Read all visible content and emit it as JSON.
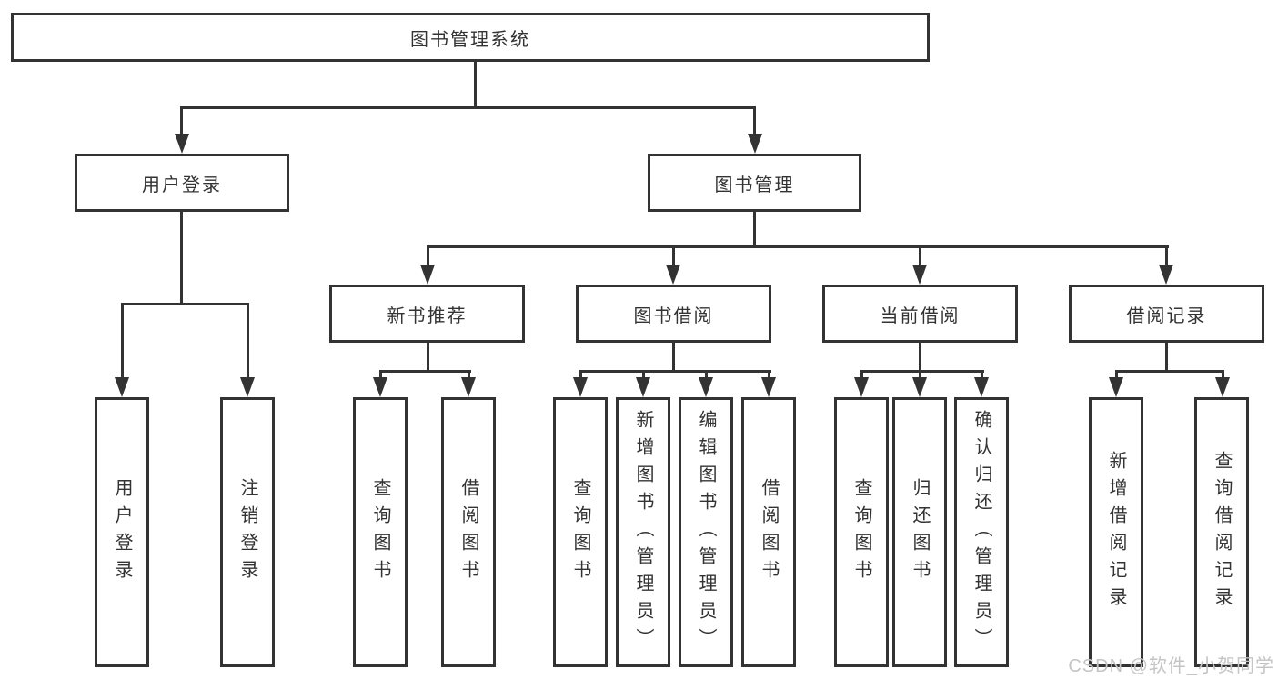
{
  "tree": {
    "label": "图书管理系统",
    "children": [
      {
        "label": "用户登录",
        "children": [
          {
            "label": "用户登录"
          },
          {
            "label": "注销登录"
          }
        ]
      },
      {
        "label": "图书管理",
        "children": [
          {
            "label": "新书推荐",
            "children": [
              {
                "label": "查询图书"
              },
              {
                "label": "借阅图书"
              }
            ]
          },
          {
            "label": "图书借阅",
            "children": [
              {
                "label": "查询图书"
              },
              {
                "label": "新增图书（管理员）"
              },
              {
                "label": "编辑图书（管理员）"
              },
              {
                "label": "借阅图书"
              }
            ]
          },
          {
            "label": "当前借阅",
            "children": [
              {
                "label": "查询图书"
              },
              {
                "label": "归还图书"
              },
              {
                "label": "确认归还（管理员）"
              }
            ]
          },
          {
            "label": "借阅记录",
            "children": [
              {
                "label": "新增借阅记录"
              },
              {
                "label": "查询借阅记录"
              }
            ]
          }
        ]
      }
    ]
  },
  "watermark": {
    "text": "CSDN @软件_小贺同学"
  },
  "colors": {
    "line": "#333333",
    "background": "#ffffff",
    "watermark": "#c4c4c4"
  }
}
